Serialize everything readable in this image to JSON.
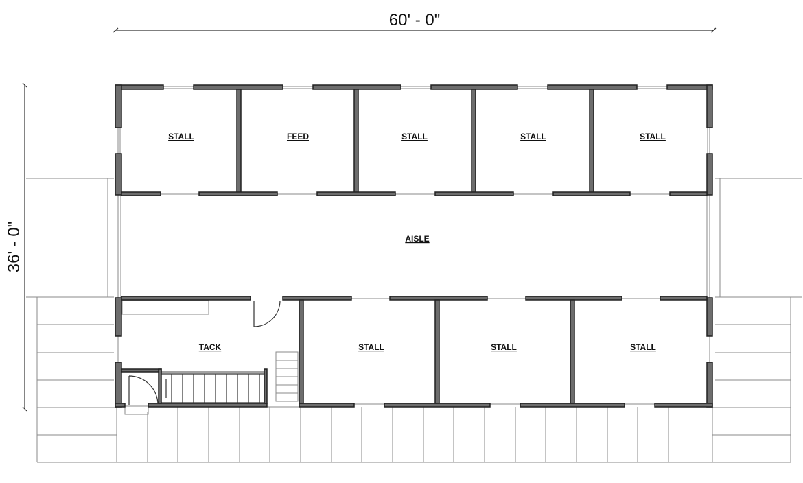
{
  "dimensions": {
    "width": "60' - 0\"",
    "depth": "36' - 0\""
  },
  "rooms": {
    "top": [
      "STALL",
      "FEED",
      "STALL",
      "STALL",
      "STALL"
    ],
    "aisle": "AISLE",
    "tack": "TACK",
    "bottom": [
      "STALL",
      "STALL",
      "STALL"
    ]
  },
  "colors": {
    "wall": "#6d6d6d",
    "line": "#8a8a8a"
  }
}
